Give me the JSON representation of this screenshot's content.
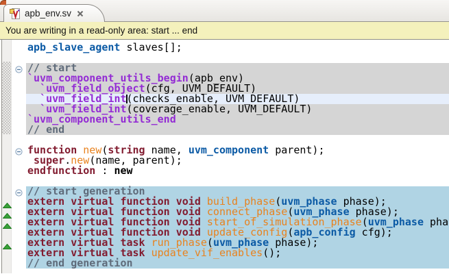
{
  "tab": {
    "title": "apb_env.sv",
    "icons": {
      "file": "systemverilog-file-icon",
      "close": "close-icon"
    }
  },
  "banner": {
    "text": "You are writing in a read-only area: start ... end"
  },
  "colors": {
    "banner_bg": "#f4f1bc",
    "readonly_region_bg": "#d5d5d5",
    "generation_region_bg": "#b0d4e4",
    "current_line_bg": "#e6eefb",
    "keyword": "#821c30",
    "type": "#0b5aa5",
    "function_name": "#e8821e",
    "macro": "#932bd4",
    "comment": "#5f6b7a",
    "plain": "#000000",
    "override_marker_green": "#3aa23a",
    "tab_corner_orange": "#c95b2d"
  },
  "editor": {
    "regions": [
      {
        "name": "readonly",
        "rows": [
          2,
          8
        ]
      },
      {
        "name": "generation",
        "rows": [
          14,
          21
        ]
      }
    ],
    "highlight_row": 5,
    "cursor": {
      "row": 5,
      "before_token": 1
    },
    "fold_rows": [
      2,
      10,
      14
    ],
    "marker_rows": [
      15,
      16,
      17,
      19
    ],
    "gutter_icons": {
      "fold": "collapse-minus-icon",
      "marker": "override-triangle-icon"
    },
    "lines": [
      {
        "indent": 0,
        "tokens": [
          {
            "s": "type",
            "t": "apb_slave_agent"
          },
          {
            "s": "pln",
            "t": " slaves[];"
          }
        ]
      },
      {
        "indent": 0,
        "tokens": []
      },
      {
        "indent": 0,
        "tokens": [
          {
            "s": "cmt",
            "t": "// start"
          }
        ]
      },
      {
        "indent": 0,
        "tokens": [
          {
            "s": "mac",
            "t": "`uvm_component_utils_begin"
          },
          {
            "s": "pln",
            "t": "(apb_env)"
          }
        ]
      },
      {
        "indent": 2,
        "tokens": [
          {
            "s": "mac",
            "t": "`uvm_field_object"
          },
          {
            "s": "pln",
            "t": "(cfg, UVM_DEFAULT)"
          }
        ]
      },
      {
        "indent": 2,
        "tokens": [
          {
            "s": "mac",
            "t": "`uvm_field_int"
          },
          {
            "s": "pln",
            "t": "(checks_enable, UVM_DEFAULT)"
          }
        ]
      },
      {
        "indent": 2,
        "tokens": [
          {
            "s": "mac",
            "t": "`uvm_field_int"
          },
          {
            "s": "pln",
            "t": "(coverage_enable, UVM_DEFAULT)"
          }
        ]
      },
      {
        "indent": 0,
        "tokens": [
          {
            "s": "mac",
            "t": "`uvm_component_utils_end"
          }
        ]
      },
      {
        "indent": 0,
        "tokens": [
          {
            "s": "cmt",
            "t": "// end"
          }
        ]
      },
      {
        "indent": 0,
        "tokens": []
      },
      {
        "indent": 0,
        "tokens": [
          {
            "s": "kw",
            "t": "function"
          },
          {
            "s": "pln",
            "t": " "
          },
          {
            "s": "fn",
            "t": "new"
          },
          {
            "s": "pln",
            "t": "("
          },
          {
            "s": "kw",
            "t": "string"
          },
          {
            "s": "pln",
            "t": " name, "
          },
          {
            "s": "type",
            "t": "uvm_component"
          },
          {
            "s": "pln",
            "t": " parent);"
          }
        ]
      },
      {
        "indent": 1,
        "tokens": [
          {
            "s": "kw",
            "t": "super"
          },
          {
            "s": "pln",
            "t": "."
          },
          {
            "s": "fn",
            "t": "new"
          },
          {
            "s": "pln",
            "t": "(name, parent);"
          }
        ]
      },
      {
        "indent": 0,
        "tokens": [
          {
            "s": "kw",
            "t": "endfunction"
          },
          {
            "s": "pln",
            "t": " : "
          },
          {
            "s": "plnb",
            "t": "new"
          }
        ]
      },
      {
        "indent": 0,
        "tokens": []
      },
      {
        "indent": 0,
        "tokens": [
          {
            "s": "cmt",
            "t": "// start generation"
          }
        ]
      },
      {
        "indent": 0,
        "tokens": [
          {
            "s": "kw",
            "t": "extern virtual function void"
          },
          {
            "s": "pln",
            "t": " "
          },
          {
            "s": "fn",
            "t": "build_phase"
          },
          {
            "s": "pln",
            "t": "("
          },
          {
            "s": "type",
            "t": "uvm_phase"
          },
          {
            "s": "pln",
            "t": " phase);"
          }
        ]
      },
      {
        "indent": 0,
        "tokens": [
          {
            "s": "kw",
            "t": "extern virtual function void"
          },
          {
            "s": "pln",
            "t": " "
          },
          {
            "s": "fn",
            "t": "connect_phase"
          },
          {
            "s": "pln",
            "t": "("
          },
          {
            "s": "type",
            "t": "uvm_phase"
          },
          {
            "s": "pln",
            "t": " phase);"
          }
        ]
      },
      {
        "indent": 0,
        "tokens": [
          {
            "s": "kw",
            "t": "extern virtual function void"
          },
          {
            "s": "pln",
            "t": " "
          },
          {
            "s": "fn",
            "t": "start_of_simulation_phase"
          },
          {
            "s": "pln",
            "t": "("
          },
          {
            "s": "type",
            "t": "uvm_phase"
          },
          {
            "s": "pln",
            "t": " phase);"
          }
        ]
      },
      {
        "indent": 0,
        "tokens": [
          {
            "s": "kw",
            "t": "extern virtual function void"
          },
          {
            "s": "pln",
            "t": " "
          },
          {
            "s": "fn",
            "t": "update_config"
          },
          {
            "s": "pln",
            "t": "("
          },
          {
            "s": "type",
            "t": "apb_config"
          },
          {
            "s": "pln",
            "t": " cfg);"
          }
        ]
      },
      {
        "indent": 0,
        "tokens": [
          {
            "s": "kw",
            "t": "extern virtual task"
          },
          {
            "s": "pln",
            "t": " "
          },
          {
            "s": "fn",
            "t": "run_phase"
          },
          {
            "s": "pln",
            "t": "("
          },
          {
            "s": "type",
            "t": "uvm_phase"
          },
          {
            "s": "pln",
            "t": " phase);"
          }
        ]
      },
      {
        "indent": 0,
        "tokens": [
          {
            "s": "kw",
            "t": "extern virtual task"
          },
          {
            "s": "pln",
            "t": " "
          },
          {
            "s": "fn",
            "t": "update_vif_enables"
          },
          {
            "s": "pln",
            "t": "();"
          }
        ]
      },
      {
        "indent": 0,
        "tokens": [
          {
            "s": "cmt",
            "t": "// end generation"
          }
        ]
      }
    ]
  }
}
